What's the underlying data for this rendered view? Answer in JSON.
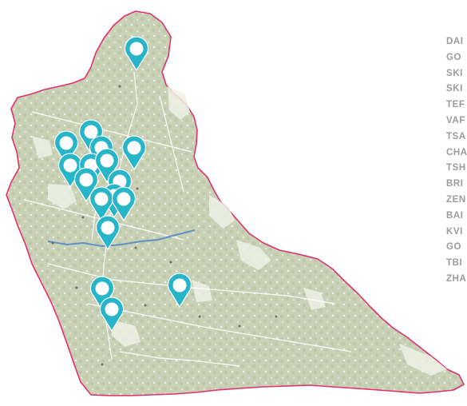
{
  "map": {
    "colors": {
      "land": "#c9d2b6",
      "land_dark": "#b9c5a3",
      "border": "#e0306e",
      "river": "#4b86c8",
      "road": "#ffffff",
      "pin": "#27b5c9",
      "legend_text": "#9b9b9b"
    },
    "pin_icon": "map-marker-icon"
  },
  "legend": {
    "items": [
      "DAI",
      "GO",
      "SKI",
      "SKI",
      "TEF",
      "VAF",
      "TSA",
      "CHA",
      "TSH",
      "BRI",
      "ZEN",
      "BAI",
      "KVI",
      "GO",
      "TBI",
      "ZHA"
    ]
  }
}
